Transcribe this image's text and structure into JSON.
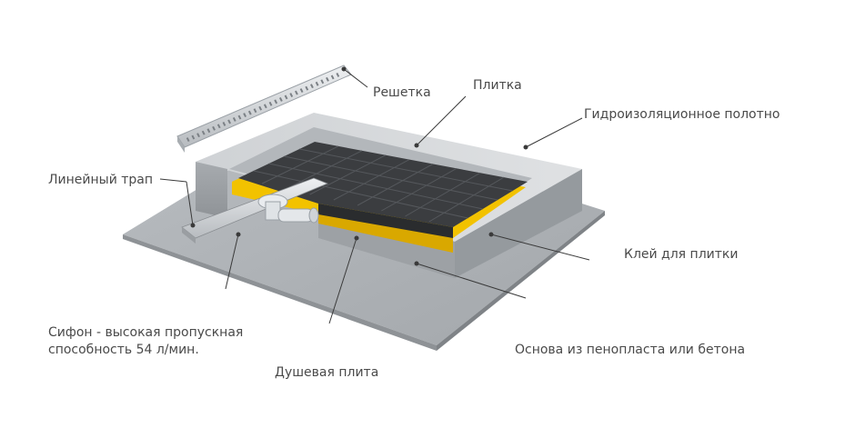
{
  "labels": {
    "grate": "Решетка",
    "tile": "Плитка",
    "membrane": "Гидроизоляционное полотно",
    "linear_drain": "Линейный трап",
    "tile_adhesive": "Клей для плитки",
    "siphon_line1": "Сифон - высокая пропускная",
    "siphon_line2": "способность 54 л/мин.",
    "base": "Основа из пенопласта или бетона",
    "shower_board": "Душевая плита"
  },
  "colors": {
    "concrete_light": "#c7cacd",
    "concrete_dark": "#9ea2a6",
    "tile": "#3b3d40",
    "adhesive": "#f2c200",
    "leader": "#3a3a3a",
    "text": "#4a4a4a"
  }
}
